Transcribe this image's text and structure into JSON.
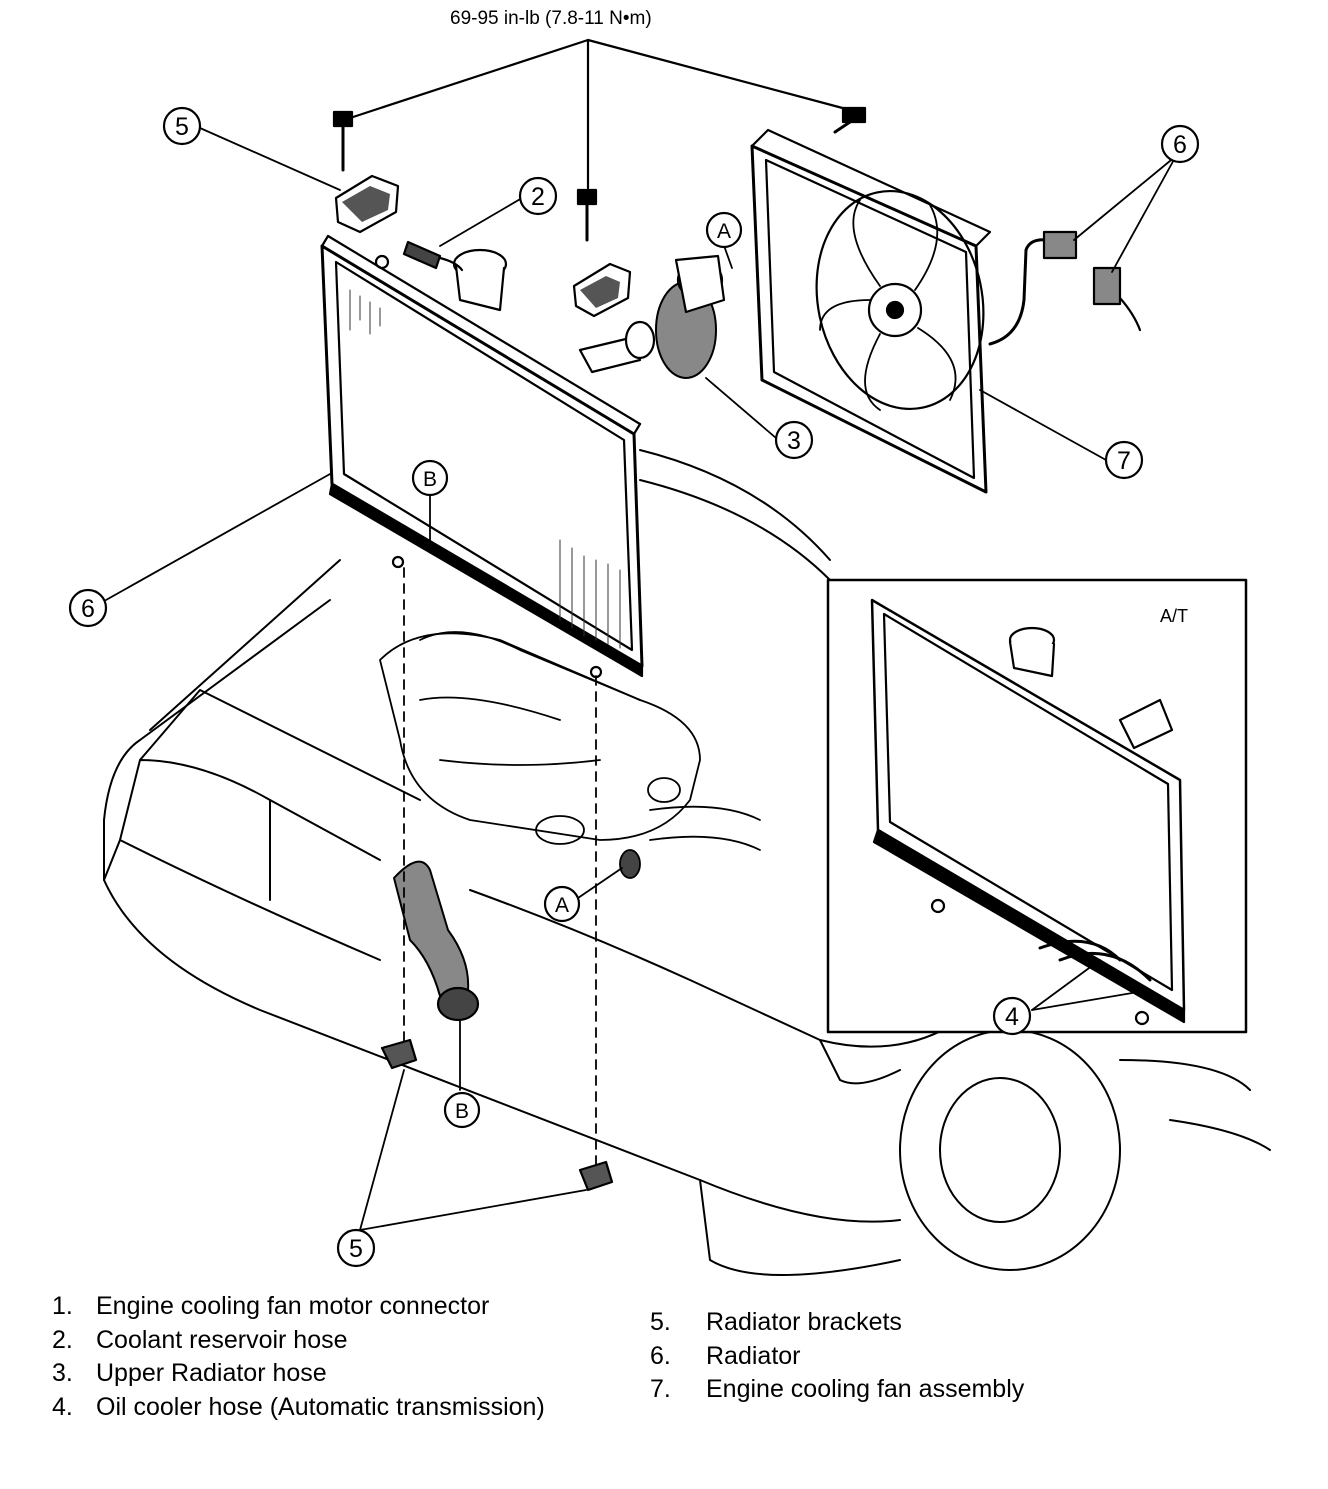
{
  "torque_spec": "69-95 in-lb (7.8-11 N•m)",
  "inset_label": "A/T",
  "callouts": {
    "c2": "2",
    "c3": "3",
    "c4": "4",
    "c5a": "5",
    "c5b": "5",
    "c6a": "6",
    "c6b": "6",
    "c7": "7",
    "a_top": "A",
    "a_bottom": "A",
    "b_top": "B",
    "b_bottom": "B"
  },
  "legend_left": [
    {
      "num": "1.",
      "text": "Engine cooling fan motor connector"
    },
    {
      "num": "2.",
      "text": "Coolant reservoir hose"
    },
    {
      "num": "3.",
      "text": "Upper Radiator hose"
    },
    {
      "num": "4.",
      "text": "Oil cooler hose (Automatic transmission)"
    }
  ],
  "legend_right": [
    {
      "num": "5.",
      "text": "Radiator brackets"
    },
    {
      "num": "6.",
      "text": "Radiator"
    },
    {
      "num": "7.",
      "text": "Engine cooling fan assembly"
    }
  ]
}
